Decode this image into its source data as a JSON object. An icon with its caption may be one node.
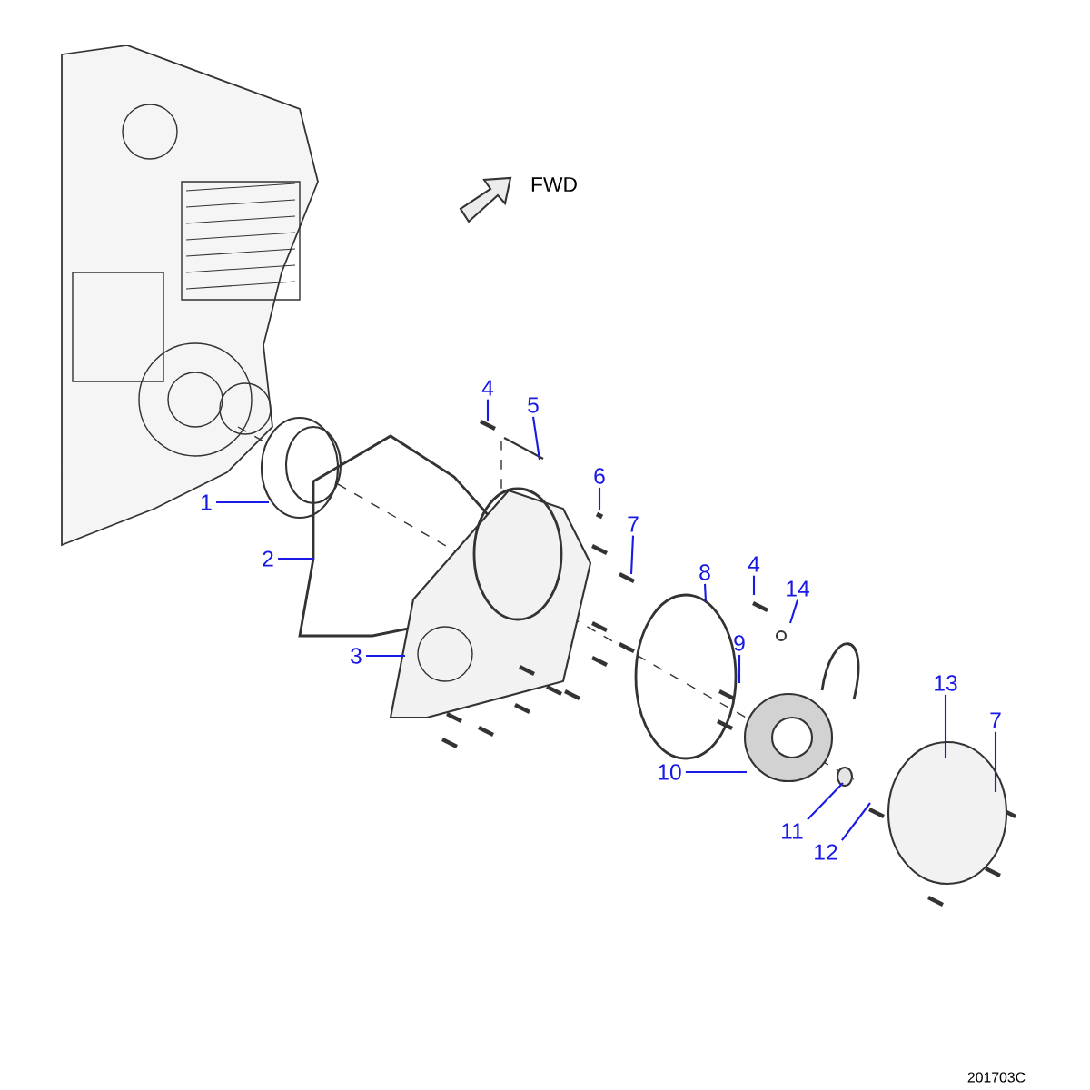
{
  "diagram": {
    "nodes": [
      {
        "text": [
          "4"
        ]
      },
      {
        "text": [
          "5"
        ]
      },
      {
        "text": [
          "6"
        ]
      },
      {
        "text": [
          "1"
        ]
      },
      {
        "text": [
          "7"
        ]
      },
      {
        "text": [
          "2"
        ]
      },
      {
        "text": [
          "8"
        ]
      },
      {
        "text": [
          "4"
        ]
      },
      {
        "text": [
          "14"
        ]
      },
      {
        "text": [
          "9"
        ]
      },
      {
        "text": [
          "3"
        ]
      },
      {
        "text": [
          "13"
        ]
      },
      {
        "text": [
          "7"
        ]
      },
      {
        "text": [
          "10"
        ]
      },
      {
        "text": [
          "11"
        ]
      },
      {
        "text": [
          "12"
        ]
      }
    ],
    "edges": [
      {
        "from": 0,
        "to": null,
        "arrow": "none"
      },
      {
        "from": 1,
        "to": null,
        "arrow": "none"
      },
      {
        "from": 2,
        "to": null,
        "arrow": "none"
      },
      {
        "from": 3,
        "to": null,
        "arrow": "none"
      },
      {
        "from": 4,
        "to": null,
        "arrow": "none"
      },
      {
        "from": 5,
        "to": null,
        "arrow": "none"
      },
      {
        "from": 6,
        "to": null,
        "arrow": "none"
      },
      {
        "from": 7,
        "to": null,
        "arrow": "none"
      },
      {
        "from": 8,
        "to": null,
        "arrow": "none"
      },
      {
        "from": 9,
        "to": null,
        "arrow": "none"
      },
      {
        "from": 10,
        "to": null,
        "arrow": "none"
      },
      {
        "from": 11,
        "to": null,
        "arrow": "none"
      },
      {
        "from": 12,
        "to": null,
        "arrow": "none"
      },
      {
        "from": 13,
        "to": null,
        "arrow": "none"
      },
      {
        "from": 14,
        "to": null,
        "arrow": "none"
      },
      {
        "from": 15,
        "to": null,
        "arrow": "none"
      }
    ],
    "labels": [
      "FWD",
      "201703C"
    ]
  }
}
